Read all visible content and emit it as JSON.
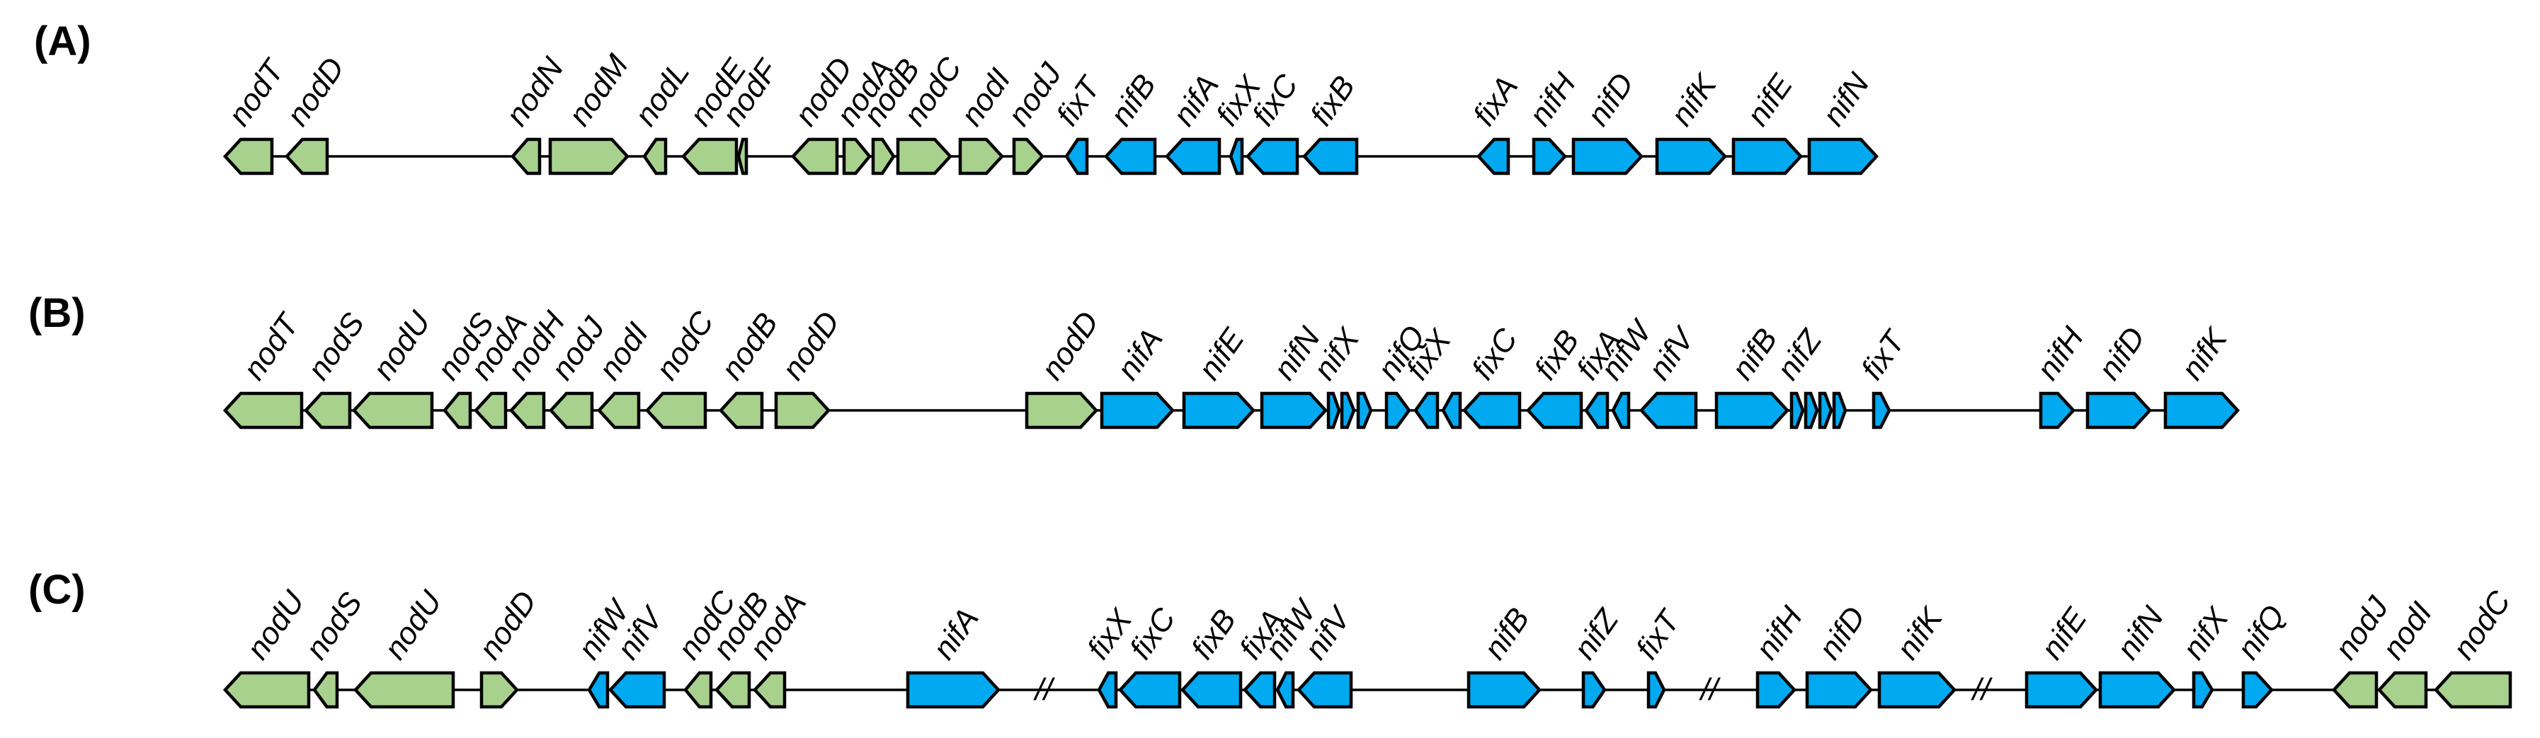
{
  "colors": {
    "nod": "#a9d18e",
    "nif": "#00a9f0",
    "outline": "#000000",
    "backbone": "#000000"
  },
  "panels": [
    {
      "label": "(A)",
      "genes": [
        {
          "name": "nodT",
          "group": "nod",
          "strand": -1
        },
        {
          "name": "nodD",
          "group": "nod",
          "strand": -1
        },
        {
          "name": "nodN",
          "group": "nod",
          "strand": -1
        },
        {
          "name": "nodM",
          "group": "nod",
          "strand": 1
        },
        {
          "name": "nodL",
          "group": "nod",
          "strand": -1
        },
        {
          "name": "nodE",
          "group": "nod",
          "strand": -1
        },
        {
          "name": "nodF",
          "group": "nod",
          "strand": -1
        },
        {
          "name": "nodD",
          "group": "nod",
          "strand": -1
        },
        {
          "name": "nodA",
          "group": "nod",
          "strand": 1
        },
        {
          "name": "nodB",
          "group": "nod",
          "strand": 1
        },
        {
          "name": "nodC",
          "group": "nod",
          "strand": 1
        },
        {
          "name": "nodI",
          "group": "nod",
          "strand": 1
        },
        {
          "name": "nodJ",
          "group": "nod",
          "strand": 1
        },
        {
          "name": "fixT",
          "group": "nif",
          "strand": -1
        },
        {
          "name": "nifB",
          "group": "nif",
          "strand": -1
        },
        {
          "name": "nifA",
          "group": "nif",
          "strand": -1
        },
        {
          "name": "fixX",
          "group": "nif",
          "strand": -1
        },
        {
          "name": "fixC",
          "group": "nif",
          "strand": -1
        },
        {
          "name": "fixB",
          "group": "nif",
          "strand": -1
        },
        {
          "name": "fixA",
          "group": "nif",
          "strand": -1
        },
        {
          "name": "nifH",
          "group": "nif",
          "strand": 1
        },
        {
          "name": "nifD",
          "group": "nif",
          "strand": 1
        },
        {
          "name": "nifK",
          "group": "nif",
          "strand": 1
        },
        {
          "name": "nifE",
          "group": "nif",
          "strand": 1
        },
        {
          "name": "nifN",
          "group": "nif",
          "strand": 1
        }
      ]
    },
    {
      "label": "(B)",
      "genes": [
        {
          "name": "nodT",
          "group": "nod",
          "strand": -1
        },
        {
          "name": "nodS",
          "group": "nod",
          "strand": -1
        },
        {
          "name": "nodU",
          "group": "nod",
          "strand": -1
        },
        {
          "name": "nodS",
          "group": "nod",
          "strand": -1
        },
        {
          "name": "nodA",
          "group": "nod",
          "strand": -1
        },
        {
          "name": "nodH",
          "group": "nod",
          "strand": -1
        },
        {
          "name": "nodJ",
          "group": "nod",
          "strand": -1
        },
        {
          "name": "nodI",
          "group": "nod",
          "strand": -1
        },
        {
          "name": "nodC",
          "group": "nod",
          "strand": -1
        },
        {
          "name": "nodB",
          "group": "nod",
          "strand": -1
        },
        {
          "name": "nodD",
          "group": "nod",
          "strand": 1
        },
        {
          "name": "nodD",
          "group": "nod",
          "strand": 1
        },
        {
          "name": "nifA",
          "group": "nif",
          "strand": 1
        },
        {
          "name": "nifE",
          "group": "nif",
          "strand": 1
        },
        {
          "name": "nifN",
          "group": "nif",
          "strand": 1
        },
        {
          "name": "nifX",
          "group": "nif",
          "strand": 1
        },
        {
          "name": "",
          "group": "nif",
          "strand": 1
        },
        {
          "name": "",
          "group": "nif",
          "strand": 1
        },
        {
          "name": "nifQ",
          "group": "nif",
          "strand": 1
        },
        {
          "name": "fixX",
          "group": "nif",
          "strand": -1
        },
        {
          "name": "",
          "group": "nif",
          "strand": -1
        },
        {
          "name": "fixC",
          "group": "nif",
          "strand": -1
        },
        {
          "name": "fixB",
          "group": "nif",
          "strand": -1
        },
        {
          "name": "fixA",
          "group": "nif",
          "strand": -1
        },
        {
          "name": "nifW",
          "group": "nif",
          "strand": -1
        },
        {
          "name": "nifV",
          "group": "nif",
          "strand": -1
        },
        {
          "name": "nifB",
          "group": "nif",
          "strand": 1
        },
        {
          "name": "nifZ",
          "group": "nif",
          "strand": 1
        },
        {
          "name": "",
          "group": "nif",
          "strand": 1
        },
        {
          "name": "",
          "group": "nif",
          "strand": 1
        },
        {
          "name": "",
          "group": "nif",
          "strand": 1
        },
        {
          "name": "fixT",
          "group": "nif",
          "strand": 1
        },
        {
          "name": "nifH",
          "group": "nif",
          "strand": 1
        },
        {
          "name": "nifD",
          "group": "nif",
          "strand": 1
        },
        {
          "name": "nifK",
          "group": "nif",
          "strand": 1
        }
      ]
    },
    {
      "label": "(C)",
      "genes": [
        {
          "name": "nodU",
          "group": "nod",
          "strand": -1
        },
        {
          "name": "nodS",
          "group": "nod",
          "strand": -1
        },
        {
          "name": "nodU",
          "group": "nod",
          "strand": -1
        },
        {
          "name": "nodD",
          "group": "nod",
          "strand": 1
        },
        {
          "name": "nifW",
          "group": "nif",
          "strand": -1
        },
        {
          "name": "nifV",
          "group": "nif",
          "strand": -1
        },
        {
          "name": "nodC",
          "group": "nod",
          "strand": -1
        },
        {
          "name": "nodB",
          "group": "nod",
          "strand": -1
        },
        {
          "name": "nodA",
          "group": "nod",
          "strand": -1
        },
        {
          "name": "nifA",
          "group": "nif",
          "strand": 1
        },
        {
          "name": "fixX",
          "group": "nif",
          "strand": -1
        },
        {
          "name": "fixC",
          "group": "nif",
          "strand": -1
        },
        {
          "name": "fixB",
          "group": "nif",
          "strand": -1
        },
        {
          "name": "fixA",
          "group": "nif",
          "strand": -1
        },
        {
          "name": "nifW",
          "group": "nif",
          "strand": -1
        },
        {
          "name": "nifV",
          "group": "nif",
          "strand": -1
        },
        {
          "name": "nifB",
          "group": "nif",
          "strand": 1
        },
        {
          "name": "nifZ",
          "group": "nif",
          "strand": 1
        },
        {
          "name": "fixT",
          "group": "nif",
          "strand": 1
        },
        {
          "name": "nifH",
          "group": "nif",
          "strand": 1
        },
        {
          "name": "nifD",
          "group": "nif",
          "strand": 1
        },
        {
          "name": "nifK",
          "group": "nif",
          "strand": 1
        },
        {
          "name": "nifE",
          "group": "nif",
          "strand": 1
        },
        {
          "name": "nifN",
          "group": "nif",
          "strand": 1
        },
        {
          "name": "nifX",
          "group": "nif",
          "strand": 1
        },
        {
          "name": "nifQ",
          "group": "nif",
          "strand": 1
        },
        {
          "name": "nodJ",
          "group": "nod",
          "strand": -1
        },
        {
          "name": "nodI",
          "group": "nod",
          "strand": -1
        },
        {
          "name": "nodC",
          "group": "nod",
          "strand": -1
        }
      ],
      "breaks": [
        "//",
        "//",
        "//"
      ]
    }
  ]
}
